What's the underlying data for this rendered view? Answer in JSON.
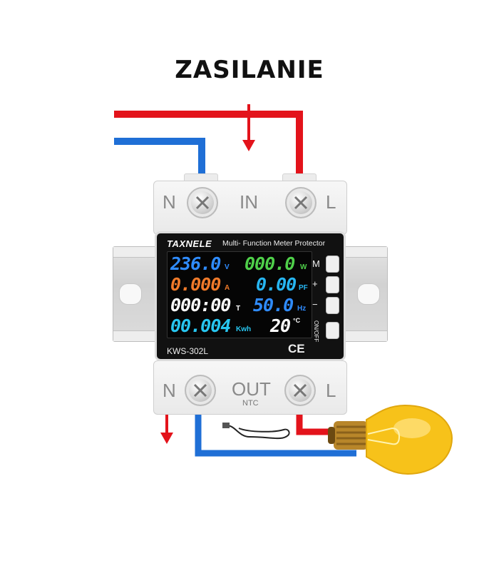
{
  "title": "ZASILANIE",
  "device": {
    "brand": "TAXNELE",
    "header": "Multi- Function Meter Protector",
    "model": "KWS-302L",
    "certification": "CE",
    "terminals_top": {
      "left": "N",
      "center": "IN",
      "right": "L"
    },
    "terminals_bottom": {
      "left": "N",
      "center": "OUT",
      "sub": "NTC",
      "right": "L"
    },
    "buttons": [
      {
        "label": "M"
      },
      {
        "label": "+"
      },
      {
        "label": "−"
      },
      {
        "label": "ON/OFF"
      }
    ],
    "display": {
      "voltage": {
        "value": "236.0",
        "unit": "V",
        "color": "#2f8cff"
      },
      "power": {
        "value": "000.0",
        "unit": "W",
        "color": "#4fd04a"
      },
      "current": {
        "value": "0.000",
        "unit": "A",
        "color": "#f07a2a"
      },
      "power_factor": {
        "value": "0.00",
        "unit": "PF",
        "color": "#27b6f2"
      },
      "time": {
        "value": "000:00",
        "unit": "T",
        "color": "#ffffff"
      },
      "frequency": {
        "value": "50.0",
        "unit": "Hz",
        "color": "#2f8cff"
      },
      "energy": {
        "value": "00.004",
        "unit": "Kwh",
        "color": "#27c6f0"
      },
      "temperature": {
        "value": "20",
        "unit": "°C",
        "color": "#ffffff"
      }
    }
  },
  "colors": {
    "live_wire": "#e3131b",
    "neutral_wire": "#1f6fd6",
    "bulb": "#f7c21a"
  }
}
